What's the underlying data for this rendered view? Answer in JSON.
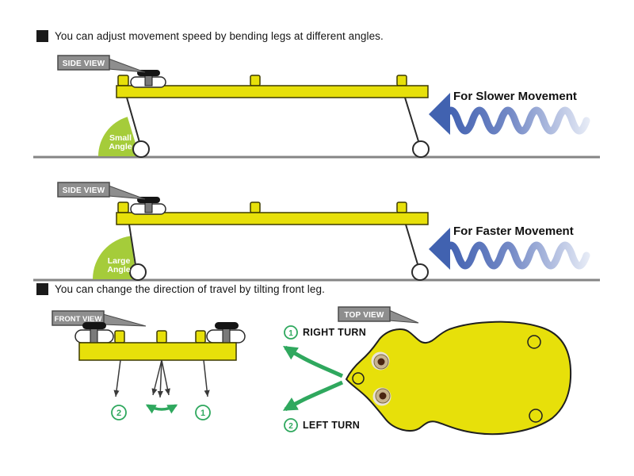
{
  "sections": {
    "speed": {
      "text": "You can adjust movement speed by bending legs at different angles."
    },
    "direction": {
      "text": "You can change the direction of travel by tilting front leg."
    }
  },
  "side_view_slower": {
    "banner": "SIDE VIEW",
    "angle_line1": "Small",
    "angle_line2": "Angle",
    "caption": "For Slower Movement"
  },
  "side_view_faster": {
    "banner": "SIDE VIEW",
    "angle_line1": "Large",
    "angle_line2": "Angle",
    "caption": "For Faster Movement"
  },
  "front_view": {
    "banner": "FRONT VIEW",
    "left_marker": "2",
    "right_marker": "1"
  },
  "top_view": {
    "banner": "TOP VIEW",
    "right_turn_num": "1",
    "right_turn_label": "RIGHT TURN",
    "left_turn_num": "2",
    "left_turn_label": "LEFT TURN"
  },
  "icons": {
    "bullet": "black-square-bullet",
    "speed_arrow": "wavy-arrow-left",
    "turn_arrows": "curved-green-arrows",
    "tilt_arrow": "double-headed-curve-arrow"
  },
  "colors": {
    "platform_yellow": "#e7e00a",
    "angle_green": "#a5cc3a",
    "accent_green": "#2fa85e",
    "arrow_blue": "#4162b0",
    "banner_gray": "#8e8e8e",
    "ground_gray": "#858585",
    "text_black": "#151515"
  }
}
